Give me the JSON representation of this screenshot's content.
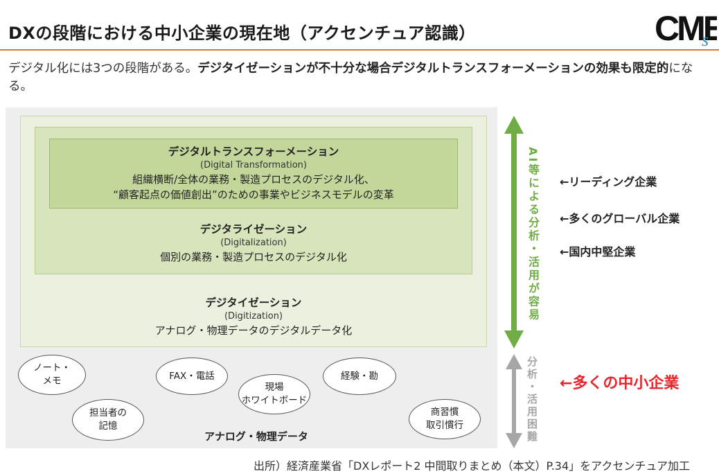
{
  "header": {
    "title": "DXの段階における中小企業の現在地（アクセンチュア認識）",
    "logo_text": "CMEs",
    "rule_color": "#d87a2f"
  },
  "lead": {
    "normal": "デジタル化には3つの段階がある。",
    "bold": "デジタイゼーションが不十分な場合デジタルトランスフォーメーションの効果も限定的",
    "tail": "になる。"
  },
  "levels": {
    "transformation": {
      "heading": "デジタルトランスフォーメーション",
      "english": "(Digital Transformation)",
      "desc1": "組織横断/全体の業務・製造プロセスのデジタル化、",
      "desc2": "“顧客起点の価値創出”のための事業やビジネスモデルの変革"
    },
    "digitalization": {
      "heading": "デジタライゼーション",
      "english": "(Digitalization)",
      "desc1": "個別の業務・製造プロセスのデジタル化"
    },
    "digitization": {
      "heading": "デジタイゼーション",
      "english": "(Digitization)",
      "desc1": "アナログ・物理データのデジタルデータ化"
    }
  },
  "analog": {
    "label": "アナログ・物理データ",
    "bubbles": [
      "ノート・\nメモ",
      "担当者の\n記憶",
      "FAX・電話",
      "現場\nホワイトボード",
      "経験・勘",
      "商習慣\n取引慣行"
    ]
  },
  "arrows": {
    "easy_label": "AI等による分析・活用が容易",
    "hard_label": "分析・活用困難",
    "easy_color": "#70ad47",
    "hard_color": "#a6a6a6"
  },
  "companies": {
    "leading": "←リーディング企業",
    "global": "←多くのグローバル企業",
    "domestic": "←国内中堅企業",
    "sme": "←多くの中小企業",
    "sme_color": "#e8252c"
  },
  "source": "出所）経済産業省「DXレポート2 中間取りまとめ（本文）P.34」をアクセンチュア加工"
}
